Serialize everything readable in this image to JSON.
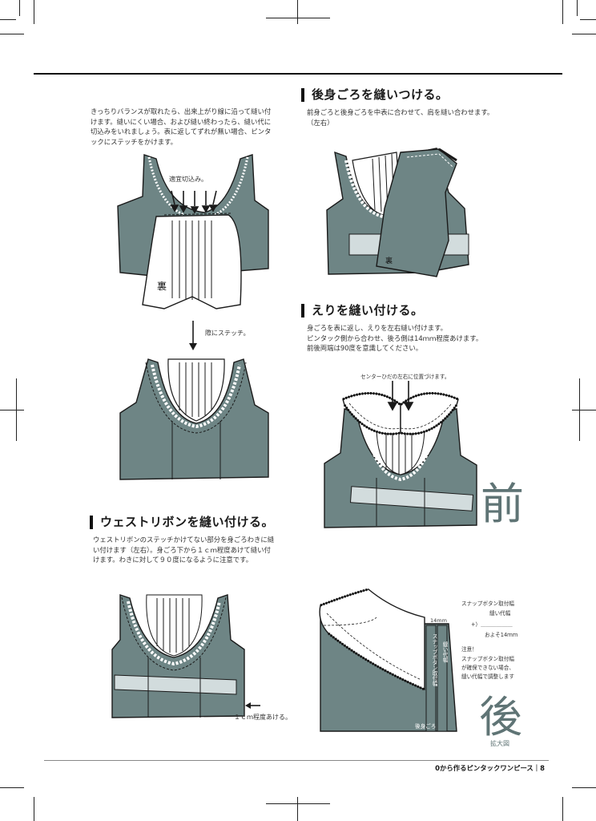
{
  "section_back_attach": {
    "heading": "後身ごろを縫いつける。",
    "text": "前身ごろと後身ごろを中表に合わせて、肩を縫い合わせます。\n（左右）"
  },
  "intro_text": "きっちりバランスが取れたら、出来上がり線に沿って縫い付\nけます。縫いにくい場合、および縫い終わったら、縫い代に\n切込みをいれましょう。表に返してずれが無い場合、ピンタ\nックにステッチをかけます。",
  "labels": {
    "notches": "適宜切込み。",
    "ura1": "裏",
    "edge_stitch": "際にステッチ。",
    "ura2": "裏",
    "center_align": "センターひだの左右に位置づけます。",
    "front": "前",
    "one_cm": "１ｃｍ程度あける。",
    "mm14": "14mm",
    "sewing_allowance": "縫い代幅",
    "snap_allowance": "スナップボタン取付幅",
    "back_body": "後身ごろ",
    "back": "後",
    "enlarged": "拡大図"
  },
  "section_collar": {
    "heading": "えりを縫い付ける。",
    "text": "身ごろを表に返し、えりを左右縫い付けます。\nピンタック側から合わせ、後ろ側は14ｍｍ程度あけます。\n前後両端は90度を意識してください。"
  },
  "section_ribbon": {
    "heading": "ウェストリボンを縫い付ける。",
    "text": "ウェストリボンのステッチかけてない部分を身ごろわきに縫\nい付けます（左右）。身ごろ下から１ｃｍ程度あけて縫い付\nけます。わきに対して９０度になるように注意です。"
  },
  "note": {
    "line1": "スナップボタン取付幅",
    "line2": "縫い代幅",
    "line3": "+）＿＿＿＿＿＿",
    "line4": "およそ14ｍｍ",
    "line5": "注意！",
    "line6": "スナップボタン取付幅",
    "line7": "が確保できない場合、",
    "line8": "縫い代幅で調整します"
  },
  "footer": "0から作るピンタックワンピース｜8",
  "colors": {
    "body_fill": "#6e8585",
    "ribbon_fill": "#d2dcdd",
    "line": "#1a1a1a"
  }
}
